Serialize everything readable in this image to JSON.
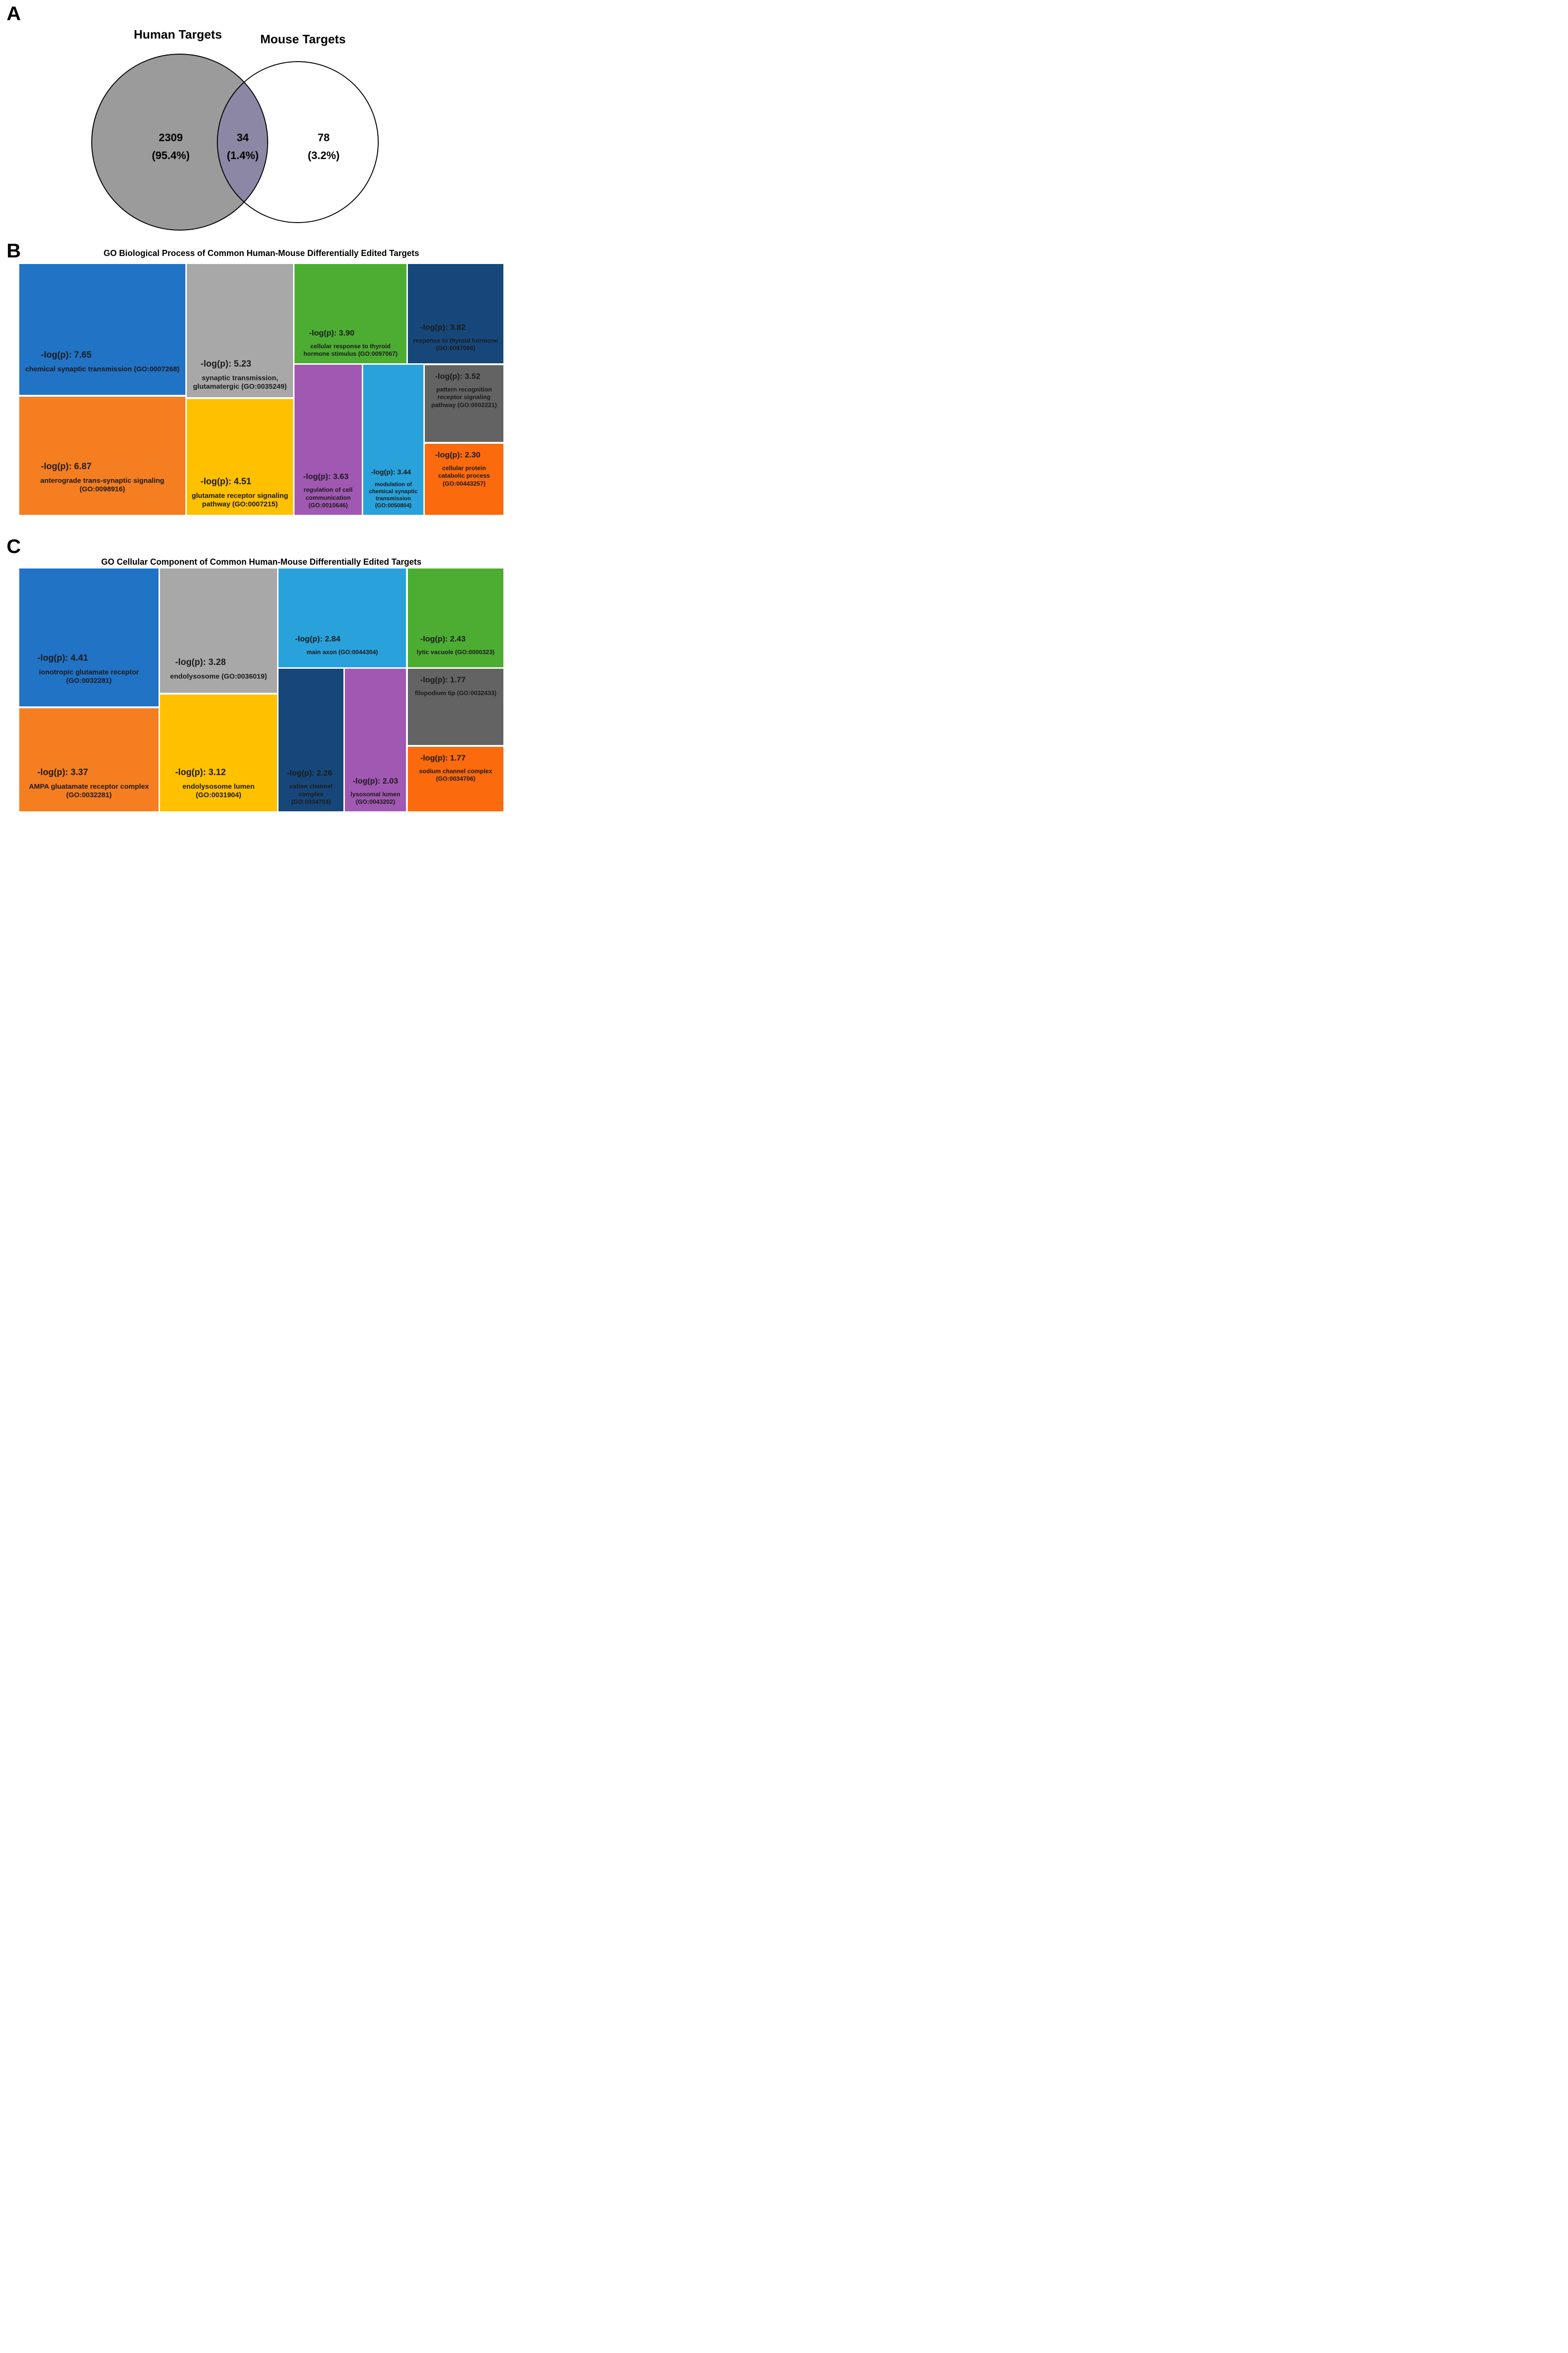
{
  "panelA": {
    "label": "A",
    "left_title": "Human Targets",
    "right_title": "Mouse Targets",
    "left_count": "2309",
    "left_pct": "(95.4%)",
    "mid_count": "34",
    "mid_pct": "(1.4%)",
    "right_count": "78",
    "right_pct": "(3.2%)",
    "colors": {
      "human_fill": "#9B9B9B",
      "mouse_fill": "#FFFFFF",
      "overlap_fill": "#8D87A6",
      "outline": "#000000"
    }
  },
  "panelB": {
    "label": "B",
    "title": "GO Biological Process of Common Human-Mouse Differentially Edited Targets",
    "boxes": [
      {
        "id": "chemical-synaptic-transmission",
        "value": "-log(p): 7.65",
        "label": "chemical synaptic transmission (GO:0007268)",
        "color": "#2173C6"
      },
      {
        "id": "synaptic-transmission-glutamatergic",
        "value": "-log(p): 5.23",
        "label": "synaptic transmission, glutamatergic (GO:0035249)",
        "color": "#A8A8A8"
      },
      {
        "id": "cellular-response-to-thyroid-hormone-stimulus",
        "value": "-log(p): 3.90",
        "label": "cellular response to thyroid hormone stimulus (GO:0097067)",
        "color": "#4DAD33"
      },
      {
        "id": "response-to-thyroid-hormone",
        "value": "-log(p): 3.82",
        "label": "response to thyroid hormone (GO:0097066)",
        "color": "#17477A"
      },
      {
        "id": "anterograde-trans-synaptic-signaling",
        "value": "-log(p): 6.87",
        "label": "anterograde trans-synaptic signaling (GO:0098916)",
        "color": "#F57E20"
      },
      {
        "id": "glutamate-receptor-signaling-pathway",
        "value": "-log(p): 4.51",
        "label": "glutamate receptor signaling pathway (GO:0007215)",
        "color": "#FFC000"
      },
      {
        "id": "regulation-of-cell-communication",
        "value": "-log(p): 3.63",
        "label": "regulation of cell communication (GO:0010646)",
        "color": "#A158B2"
      },
      {
        "id": "modulation-of-chemical-synaptic-transmission",
        "value": "-log(p): 3.44",
        "label": "modulation of chemical synaptic transmission (GO:0050804)",
        "color": "#29A2DC"
      },
      {
        "id": "pattern-recognition-receptor-signaling-pathway",
        "value": "-log(p): 3.52",
        "label": "pattern recognition receptor signaling pathway (GO:0002221)",
        "color": "#636363"
      },
      {
        "id": "cellular-protein-catabolic-process",
        "value": "-log(p): 2.30",
        "label": "cellular protein catabolic process (GO:00443257)",
        "color": "#FB6A0C"
      }
    ]
  },
  "panelC": {
    "label": "C",
    "title": "GO Cellular Component of Common Human-Mouse Differentially Edited Targets",
    "boxes": [
      {
        "id": "ionotropic-glutamate-receptor",
        "value": "-log(p): 4.41",
        "label": "ionotropic glutamate receptor (GO:0032281)",
        "color": "#2173C6"
      },
      {
        "id": "ampa-glutamate-receptor-complex",
        "value": "-log(p): 3.37",
        "label": "AMPA gluatamate receptor complex (GO:0032281)",
        "color": "#F57E20"
      },
      {
        "id": "endolysosome",
        "value": "-log(p): 3.28",
        "label": "endolysosome (GO:0036019)",
        "color": "#A8A8A8"
      },
      {
        "id": "endolysosome-lumen",
        "value": "-log(p): 3.12",
        "label": "endolysosome lumen (GO:0031904)",
        "color": "#FFC000"
      },
      {
        "id": "main-axon",
        "value": "-log(p): 2.84",
        "label": "main axon (GO:0044304)",
        "color": "#29A2DC"
      },
      {
        "id": "lytic-vacuole",
        "value": "-log(p): 2.43",
        "label": "lytic vacuole (GO:0000323)",
        "color": "#4DAD33"
      },
      {
        "id": "cation-channel-complex",
        "value": "-log(p): 2.26",
        "label": "cation channel complex (GO:0034703)",
        "color": "#17477A"
      },
      {
        "id": "lysosomal-lumen",
        "value": "-log(p): 2.03",
        "label": "lysosomal lumen (GO:0043202)",
        "color": "#A158B2"
      },
      {
        "id": "filopodium-tip",
        "value": "-log(p): 1.77",
        "label": "filopodium tip (GO:0032433)",
        "color": "#636363"
      },
      {
        "id": "sodium-channel-complex",
        "value": "-log(p): 1.77",
        "label": "sodium channel complex (GO:0034706)",
        "color": "#FB6A0C"
      }
    ]
  },
  "chart_data": [
    {
      "type": "venn",
      "title": "Human vs Mouse Differentially Edited Targets",
      "sets": [
        {
          "label": "Human Targets",
          "unique_count": 2309,
          "unique_pct": 95.4
        },
        {
          "label": "Mouse Targets",
          "unique_count": 78,
          "unique_pct": 3.2
        }
      ],
      "intersection_count": 34,
      "intersection_pct": 1.4
    },
    {
      "type": "treemap",
      "title": "GO Biological Process of Common Human-Mouse Differentially Edited Targets",
      "value_label": "-log(p)",
      "items": [
        {
          "term": "chemical synaptic transmission",
          "go_id": "GO:0007268",
          "neg_log_p": 7.65
        },
        {
          "term": "anterograde trans-synaptic signaling",
          "go_id": "GO:0098916",
          "neg_log_p": 6.87
        },
        {
          "term": "synaptic transmission, glutamatergic",
          "go_id": "GO:0035249",
          "neg_log_p": 5.23
        },
        {
          "term": "glutamate receptor signaling pathway",
          "go_id": "GO:0007215",
          "neg_log_p": 4.51
        },
        {
          "term": "cellular response to thyroid hormone stimulus",
          "go_id": "GO:0097067",
          "neg_log_p": 3.9
        },
        {
          "term": "response to thyroid hormone",
          "go_id": "GO:0097066",
          "neg_log_p": 3.82
        },
        {
          "term": "regulation of cell communication",
          "go_id": "GO:0010646",
          "neg_log_p": 3.63
        },
        {
          "term": "pattern recognition receptor signaling pathway",
          "go_id": "GO:0002221",
          "neg_log_p": 3.52
        },
        {
          "term": "modulation of chemical synaptic transmission",
          "go_id": "GO:0050804",
          "neg_log_p": 3.44
        },
        {
          "term": "cellular protein catabolic process",
          "go_id": "GO:00443257",
          "neg_log_p": 2.3
        }
      ]
    },
    {
      "type": "treemap",
      "title": "GO Cellular Component of Common Human-Mouse Differentially Edited Targets",
      "value_label": "-log(p)",
      "items": [
        {
          "term": "ionotropic glutamate receptor",
          "go_id": "GO:0032281",
          "neg_log_p": 4.41
        },
        {
          "term": "AMPA gluatamate receptor complex",
          "go_id": "GO:0032281",
          "neg_log_p": 3.37
        },
        {
          "term": "endolysosome",
          "go_id": "GO:0036019",
          "neg_log_p": 3.28
        },
        {
          "term": "endolysosome lumen",
          "go_id": "GO:0031904",
          "neg_log_p": 3.12
        },
        {
          "term": "main axon",
          "go_id": "GO:0044304",
          "neg_log_p": 2.84
        },
        {
          "term": "lytic vacuole",
          "go_id": "GO:0000323",
          "neg_log_p": 2.43
        },
        {
          "term": "cation channel complex",
          "go_id": "GO:0034703",
          "neg_log_p": 2.26
        },
        {
          "term": "lysosomal lumen",
          "go_id": "GO:0043202",
          "neg_log_p": 2.03
        },
        {
          "term": "filopodium tip",
          "go_id": "GO:0032433",
          "neg_log_p": 1.77
        },
        {
          "term": "sodium channel complex",
          "go_id": "GO:0034706",
          "neg_log_p": 1.77
        }
      ]
    }
  ]
}
